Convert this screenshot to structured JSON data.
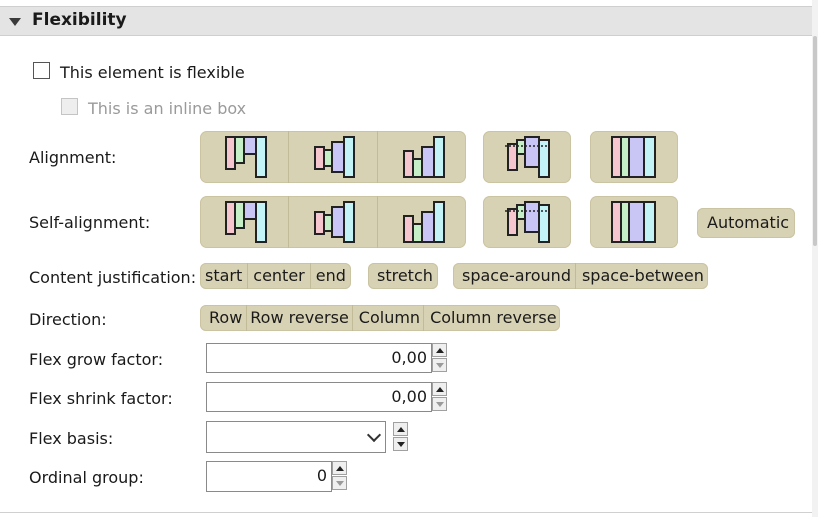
{
  "section": {
    "title": "Flexibility"
  },
  "flexible": {
    "label": "This element is flexible",
    "checked": false
  },
  "inline": {
    "label": "This is an inline box",
    "checked": false,
    "enabled": false
  },
  "alignment": {
    "label": "Alignment:",
    "icons": [
      "align-start-icon",
      "align-center-icon",
      "align-end-icon",
      "align-baseline-icon",
      "align-stretch-icon"
    ]
  },
  "self_alignment": {
    "label": "Self-alignment:",
    "icons": [
      "self-align-start-icon",
      "self-align-center-icon",
      "self-align-end-icon",
      "self-align-baseline-icon",
      "self-align-stretch-icon"
    ],
    "automatic": "Automatic"
  },
  "content_justification": {
    "label": "Content justification:",
    "start": "start",
    "center": "center",
    "end": "end",
    "stretch": "stretch",
    "space_around": "space-around",
    "space_between": "space-between"
  },
  "direction": {
    "label": "Direction:",
    "row": "Row",
    "row_reverse": "Row reverse",
    "column": "Column",
    "column_reverse": "Column reverse"
  },
  "flex_grow": {
    "label": "Flex grow factor:",
    "value": "0,00"
  },
  "flex_shrink": {
    "label": "Flex shrink factor:",
    "value": "0,00"
  },
  "flex_basis": {
    "label": "Flex basis:",
    "value": ""
  },
  "ordinal_group": {
    "label": "Ordinal group:",
    "value": "0"
  },
  "colors": {
    "pink": "#f5c6cd",
    "green": "#c6eec7",
    "lavender": "#c9c6f5",
    "cyan": "#c3f2f7",
    "button_bg": "#d8d2b4"
  }
}
